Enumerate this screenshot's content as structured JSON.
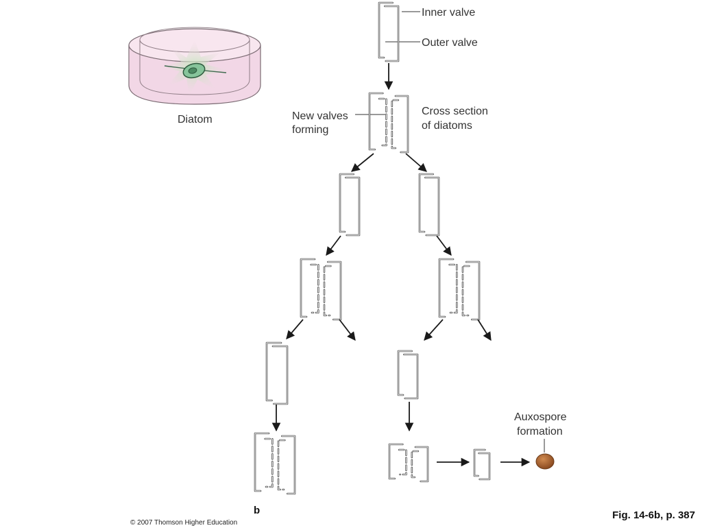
{
  "diagram": {
    "dish_label": "Diatom",
    "inner_valve_label": "Inner valve",
    "outer_valve_label": "Outer valve",
    "new_valves_label_line1": "New valves",
    "new_valves_label_line2": "forming",
    "cross_section_label_line1": "Cross section",
    "cross_section_label_line2": "of diatoms",
    "auxospore_label_line1": "Auxospore",
    "auxospore_label_line2": "formation",
    "panel_letter": "b"
  },
  "footer": {
    "copyright": "© 2007 Thomson Higher Education",
    "figure_ref": "Fig. 14-6b, p. 387"
  },
  "colors": {
    "valve_stroke": "#555555",
    "arrow": "#1a1a1a",
    "dish_fill": "#f2d7e6",
    "dish_stroke": "#7a6a72",
    "cell_glow": "#cfeec9",
    "nucleus": "#86c49a",
    "auxospore": "#a86030"
  }
}
